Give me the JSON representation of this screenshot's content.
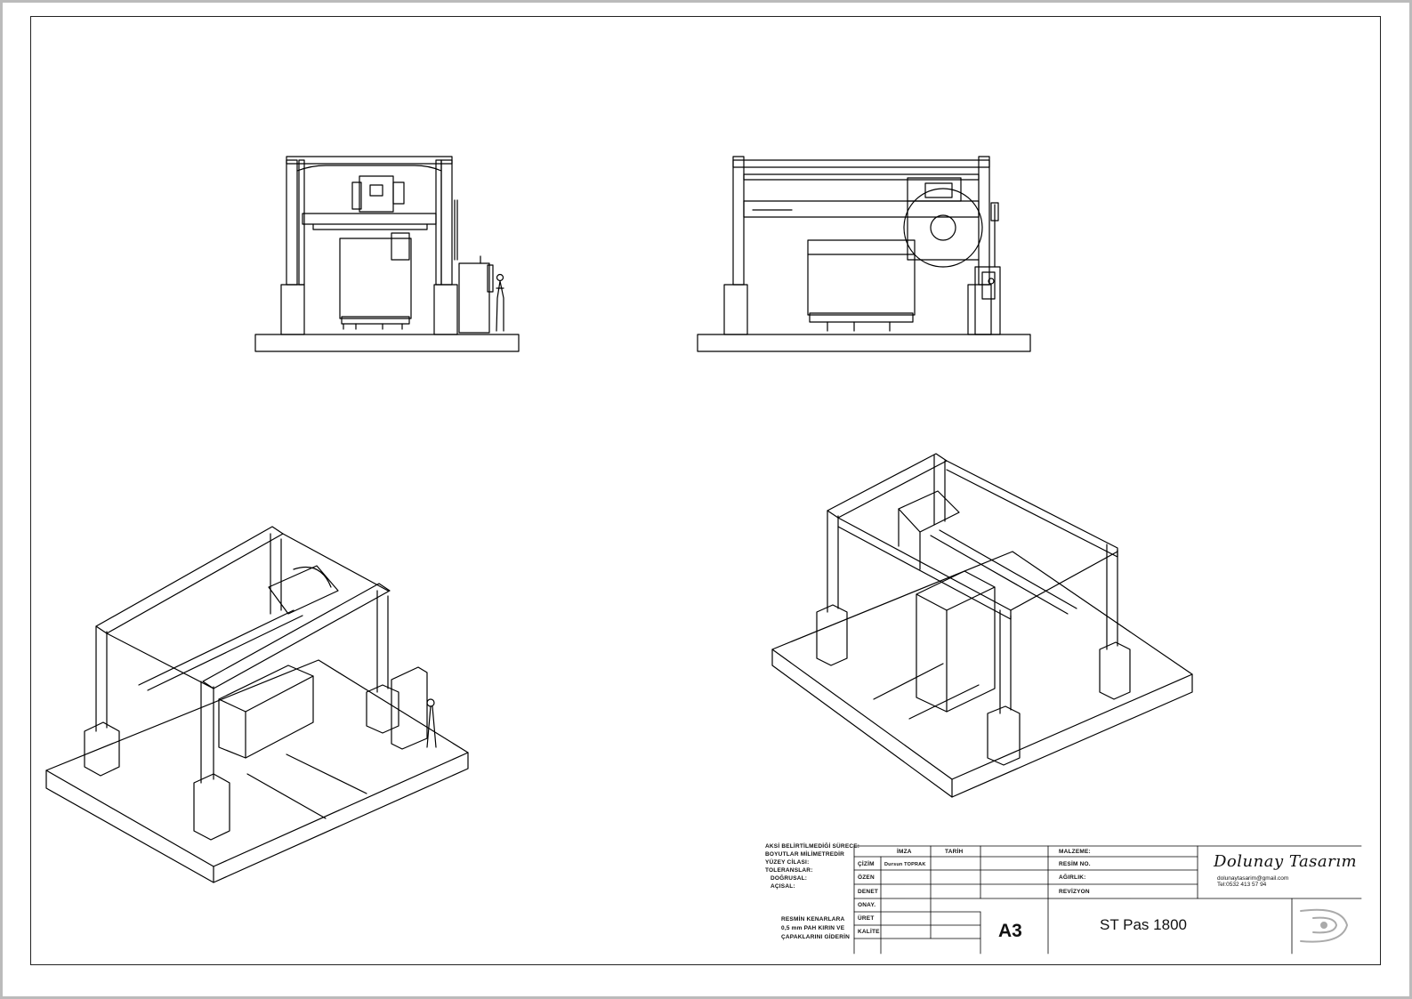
{
  "notes": {
    "general": [
      "AKSİ BELİRTİLMEDİĞİ SÜRECE:",
      "BOYUTLAR MİLİMETREDİR",
      "YÜZEY CİLASI:",
      "TOLERANSLAR:",
      "DOĞRUSAL:",
      "AÇISAL:"
    ],
    "edge": [
      "RESMİN KENARLARA",
      "0,5 mm PAH KIRIN VE",
      "ÇAPAKLARINI GİDERİN"
    ]
  },
  "title_block": {
    "header_imza": "İMZA",
    "header_tarih": "TARİH",
    "rows": [
      "ÇİZİM",
      "ÖZEN",
      "DENET",
      "ONAY.",
      "ÜRET",
      "KALİTE"
    ],
    "drawn_by": "Dursun TOPRAK",
    "material_label": "MALZEME:",
    "drawing_no_label": "RESİM NO.",
    "weight_label": "AĞIRLIK:",
    "revision_label": "REVİZYON",
    "sheet_size": "A3",
    "drawing_title": "ST  Pas 1800",
    "brand": "Dolunay Tasarım",
    "email": "dolunaytasarim@gmail.com",
    "phone": "Tel:0532 413 57 94",
    "logo_icon": "dolunay-logo-icon"
  }
}
